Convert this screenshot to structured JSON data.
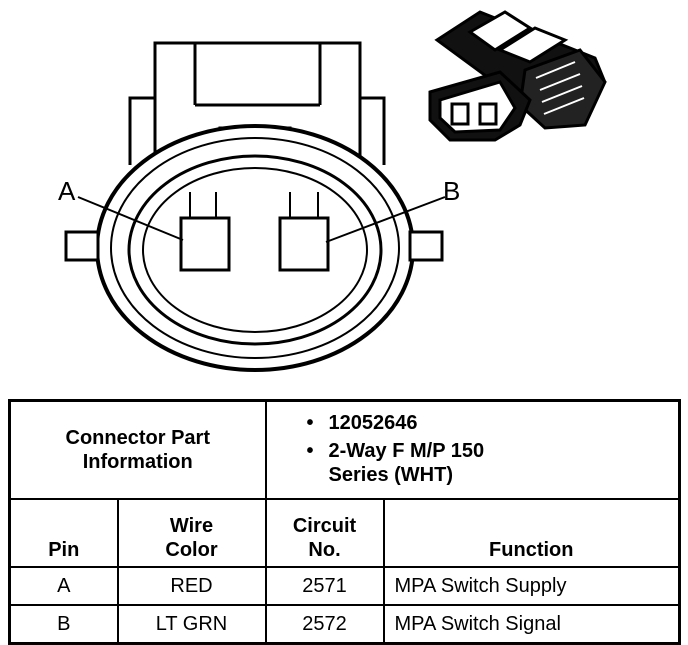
{
  "diagram": {
    "pin_labels": [
      "A",
      "B"
    ]
  },
  "table": {
    "part_info_label": "Connector Part Information",
    "part_info_bullets": [
      {
        "bullet": "•",
        "text": "12052646"
      },
      {
        "bullet": "•",
        "text": "2-Way F M/P 150 Series (WHT)"
      }
    ],
    "headers": {
      "pin": "Pin",
      "wire_color": "Wire Color",
      "circuit_no": "Circuit No.",
      "function": "Function"
    },
    "rows": [
      {
        "pin": "A",
        "wire_color": "RED",
        "circuit_no": "2571",
        "function": "MPA Switch Supply"
      },
      {
        "pin": "B",
        "wire_color": "LT GRN",
        "circuit_no": "2572",
        "function": "MPA Switch Signal"
      }
    ]
  }
}
